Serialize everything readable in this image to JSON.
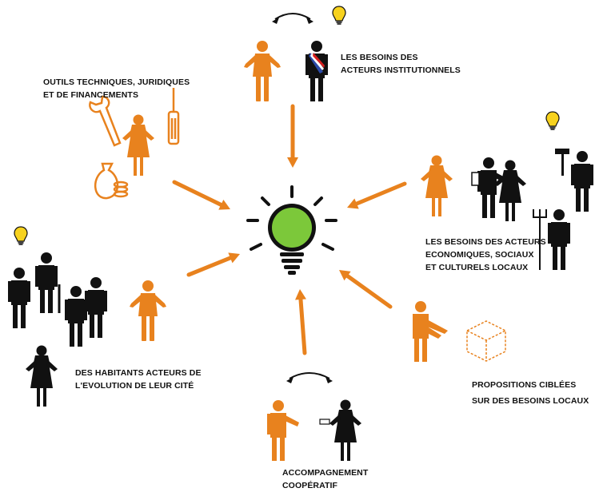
{
  "colors": {
    "accent": "#E8821E",
    "bulb": "#7CC83A",
    "ink": "#111111",
    "idea": "#F7D21E"
  },
  "center": {
    "icon": "lightbulb-icon"
  },
  "nodes": [
    {
      "id": "institutionnels",
      "lines": [
        "LES BESOINS DES",
        "ACTEURS INSTITUTIONNELS"
      ],
      "idea_bulb": true
    },
    {
      "id": "outils",
      "lines": [
        "OUTILS TECHNIQUES, JURIDIQUES",
        "ET DE FINANCEMENTS"
      ],
      "idea_bulb": false
    },
    {
      "id": "economiques",
      "lines": [
        "LES BESOINS DES ACTEURS",
        "ECONOMIQUES, SOCIAUX",
        "ET CULTURELS LOCAUX"
      ],
      "idea_bulb": true
    },
    {
      "id": "habitants",
      "lines": [
        "DES HABITANTS ACTEURS DE",
        "L'EVOLUTION DE LEUR CITÉ"
      ],
      "idea_bulb": true
    },
    {
      "id": "propositions",
      "lines": [
        "PROPOSITIONS CIBLÉES",
        "SUR DES BESOINS LOCAUX"
      ],
      "idea_bulb": false
    },
    {
      "id": "accompagnement",
      "lines": [
        "ACCOMPAGNEMENT",
        "COOPÉRATIF"
      ],
      "idea_bulb": false
    }
  ]
}
